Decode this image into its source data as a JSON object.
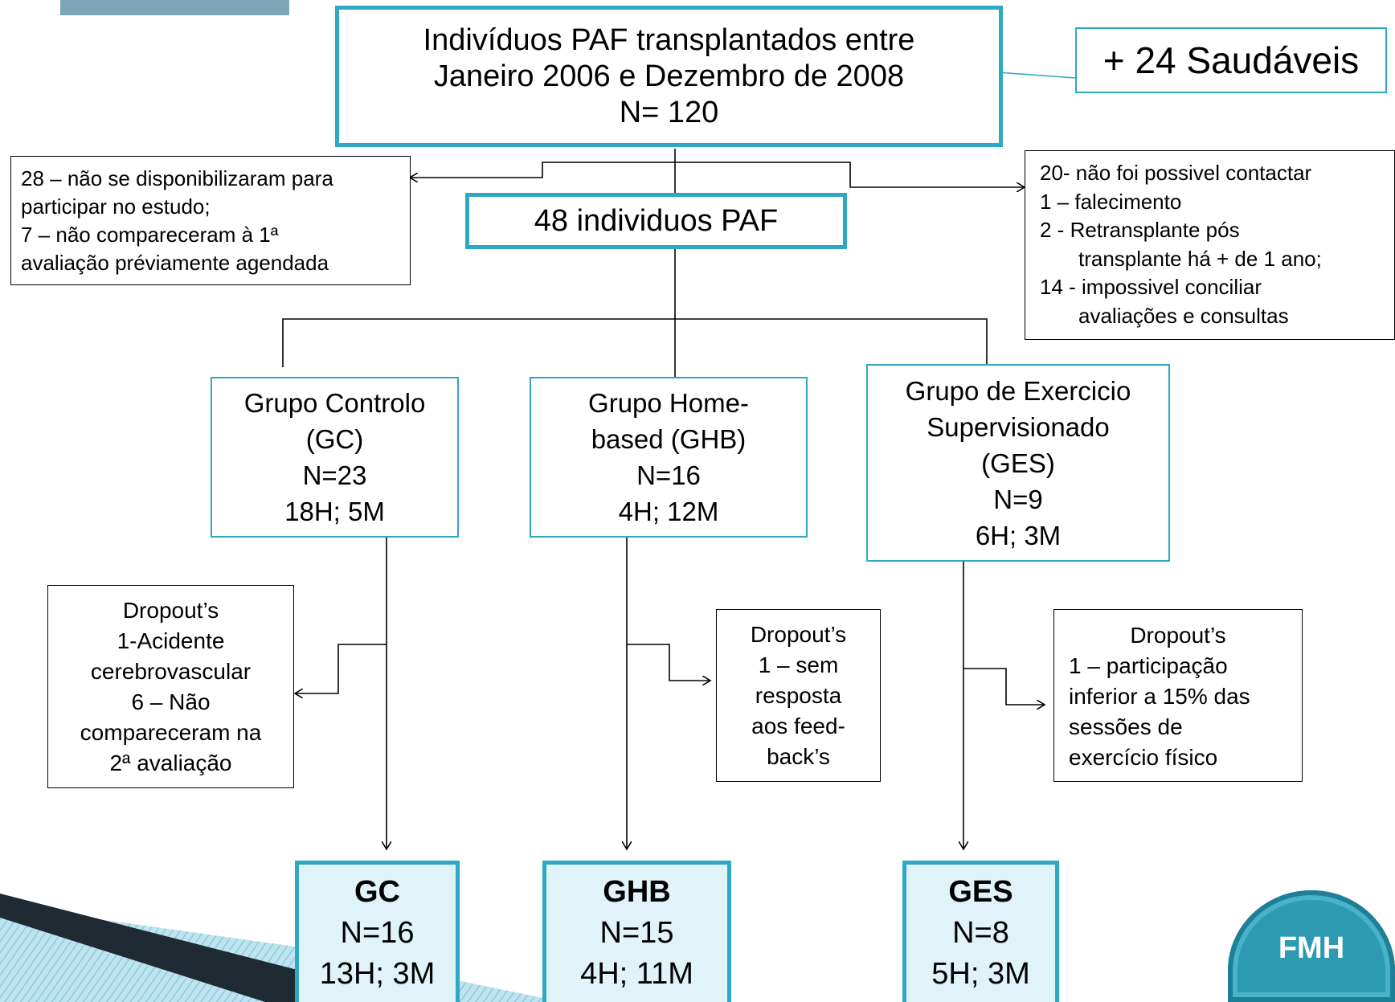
{
  "top_box": {
    "line1": "Indivíduos PAF transplantados entre",
    "line2": "Janeiro 2006 e Dezembro de 2008",
    "line3": "N= 120"
  },
  "healthy_box": {
    "text": "+ 24 Saudáveis"
  },
  "left_excluded": {
    "lines": [
      "28 – não se disponibilizaram para",
      "participar no estudo;",
      "7 – não compareceram à 1ª",
      "avaliação préviamente agendada"
    ]
  },
  "right_excluded": {
    "lines": [
      "20- não foi possivel contactar",
      "1 – falecimento",
      "2 - Retransplante  pós",
      "transplante há + de 1 ano;",
      "14 - impossivel conciliar",
      "avaliações e consultas"
    ]
  },
  "middle_box": {
    "text": "48 individuos PAF"
  },
  "groups": [
    {
      "lines": [
        "Grupo Controlo",
        "(GC)",
        "N=23",
        "18H; 5M"
      ]
    },
    {
      "lines": [
        "Grupo Home-",
        "based (GHB)",
        "N=16",
        "4H; 12M"
      ]
    },
    {
      "lines": [
        "Grupo de Exercicio",
        "Supervisionado",
        "(GES)",
        "N=9",
        "6H; 3M"
      ]
    }
  ],
  "dropouts": [
    {
      "lines": [
        "Dropout’s",
        "1-Acidente",
        "cerebrovascular",
        "6 – Não",
        "compareceram na",
        "2ª avaliação"
      ]
    },
    {
      "lines": [
        "Dropout’s",
        "1 – sem",
        "resposta",
        "aos feed-",
        "back’s"
      ]
    },
    {
      "lines": [
        "Dropout’s",
        "1 – participação",
        "inferior a 15%  das",
        "sessões de",
        "exercício físico"
      ]
    }
  ],
  "finals": [
    {
      "title": "GC",
      "n": "N=16",
      "sex": "13H; 3M"
    },
    {
      "title": "GHB",
      "n": "N=15",
      "sex": "4H; 11M"
    },
    {
      "title": "GES",
      "n": "N=8",
      "sex": "5H; 3M"
    }
  ],
  "logo": {
    "text": "FMH"
  },
  "colors": {
    "accent": "#2fa8c4",
    "final_fill": "#dff3f8",
    "logo_fill": "#2e9ab2",
    "corner_tab": "#7fa6b7"
  }
}
